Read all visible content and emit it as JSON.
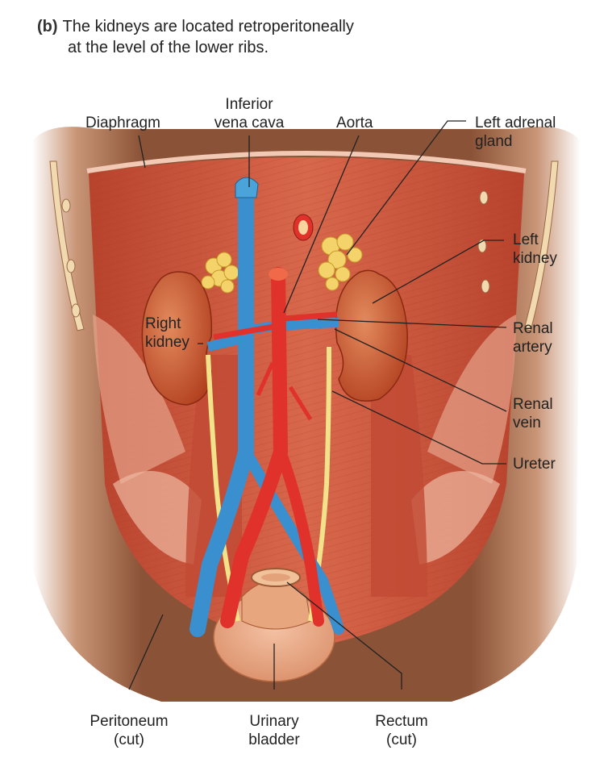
{
  "caption": {
    "label": "(b)",
    "line1": "The kidneys are located retroperitoneally",
    "line2": "at the level of the lower ribs."
  },
  "labels": {
    "diaphragm": "Diaphragm",
    "ivc": [
      "Inferior",
      "vena cava"
    ],
    "aorta": "Aorta",
    "left_adrenal": [
      "Left adrenal",
      "gland"
    ],
    "left_kidney": [
      "Left",
      "kidney"
    ],
    "right_kidney": [
      "Right",
      "kidney"
    ],
    "renal_artery": [
      "Renal",
      "artery"
    ],
    "renal_vein": [
      "Renal",
      "vein"
    ],
    "ureter": "Ureter",
    "peritoneum": [
      "Peritoneum",
      "(cut)"
    ],
    "urinary_bladder": [
      "Urinary",
      "bladder"
    ],
    "rectum": [
      "Rectum",
      "(cut)"
    ]
  },
  "colors": {
    "muscle": "#c9533a",
    "muscle_light": "#e08a6e",
    "skin": "#8a5236",
    "artery": "#e0322a",
    "vein": "#3a8fcf",
    "ureter": "#f2e28a",
    "kidney": "#c8552e",
    "fat": "#f3d36a"
  }
}
